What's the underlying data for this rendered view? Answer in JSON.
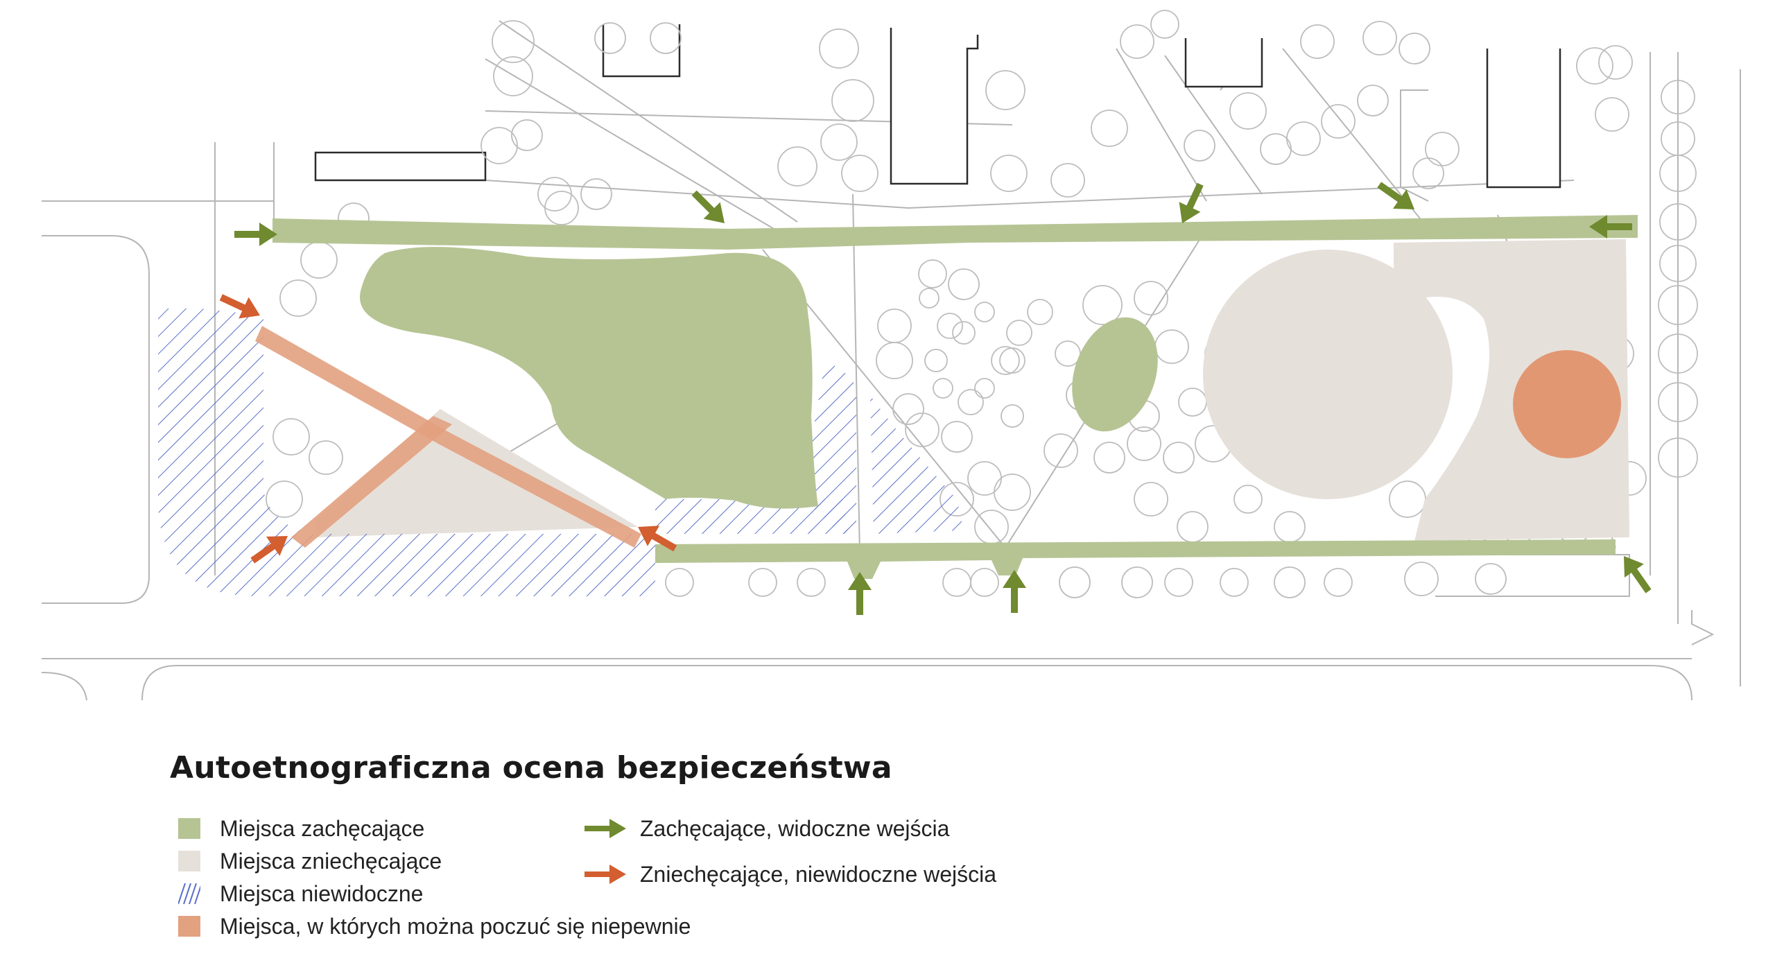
{
  "title": "Autoetnograficzna ocena bezpieczeństwa",
  "colors": {
    "encouraging": "#b6c494",
    "discouraging": "#e6e0da",
    "invisible_hatch": "#5a6fc8",
    "uncertain": "#e2a17f",
    "green_arrow": "#6f8a2f",
    "orange_arrow": "#d35e2f",
    "linework": "#9a9a9a"
  },
  "legend": [
    {
      "key": "encouraging",
      "label": "Miejsca zachęcające",
      "symbol": "swatch-green"
    },
    {
      "key": "discouraging",
      "label": "Miejsca zniechęcające",
      "symbol": "swatch-beige"
    },
    {
      "key": "invisible",
      "label": "Miejsca niewidoczne",
      "symbol": "swatch-hatch"
    },
    {
      "key": "uncertain",
      "label": "Miejsca, w których można poczuć się niepewnie",
      "symbol": "swatch-salmon"
    }
  ],
  "arrow_legend": [
    {
      "key": "visible_entrances",
      "label": "Zachęcające, widoczne wejścia",
      "symbol": "arrow-green"
    },
    {
      "key": "hidden_entrances",
      "label": "Zniechęcające, niewidoczne wejścia",
      "symbol": "arrow-orange"
    }
  ]
}
